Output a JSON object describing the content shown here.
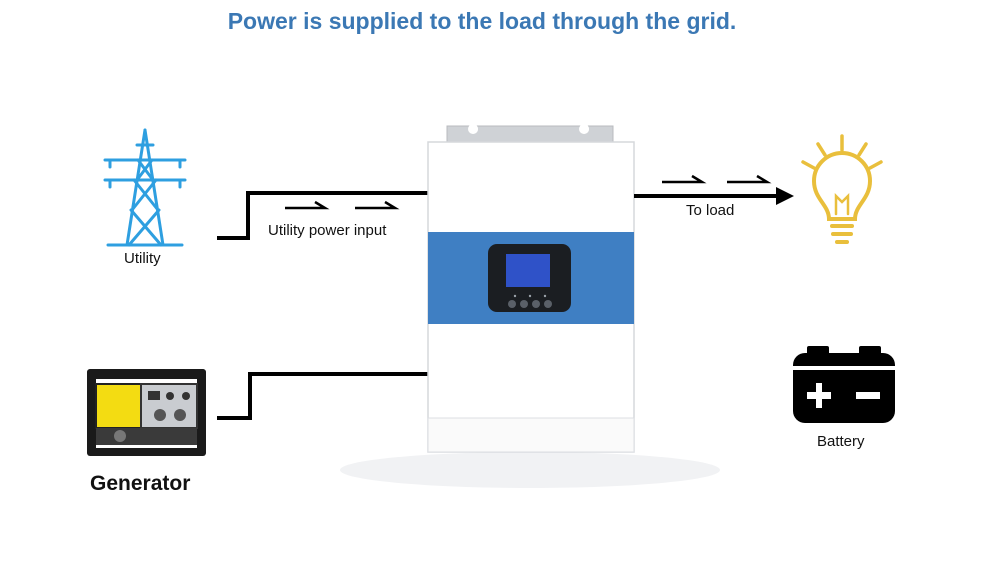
{
  "title": "Power is supplied to the load through the grid.",
  "labels": {
    "utility": "Utility",
    "utility_input": "Utility power input",
    "to_load": "To load",
    "battery": "Battery",
    "generator": "Generator"
  },
  "colors": {
    "title": "#3b78b4",
    "tower": "#2e9fe0",
    "bulb": "#e9bf3c",
    "inverter_band": "#3f7fc3",
    "line": "#000000"
  },
  "icons": [
    "transmission-tower-icon",
    "light-bulb-icon",
    "battery-icon",
    "generator-icon",
    "inverter-unit"
  ]
}
